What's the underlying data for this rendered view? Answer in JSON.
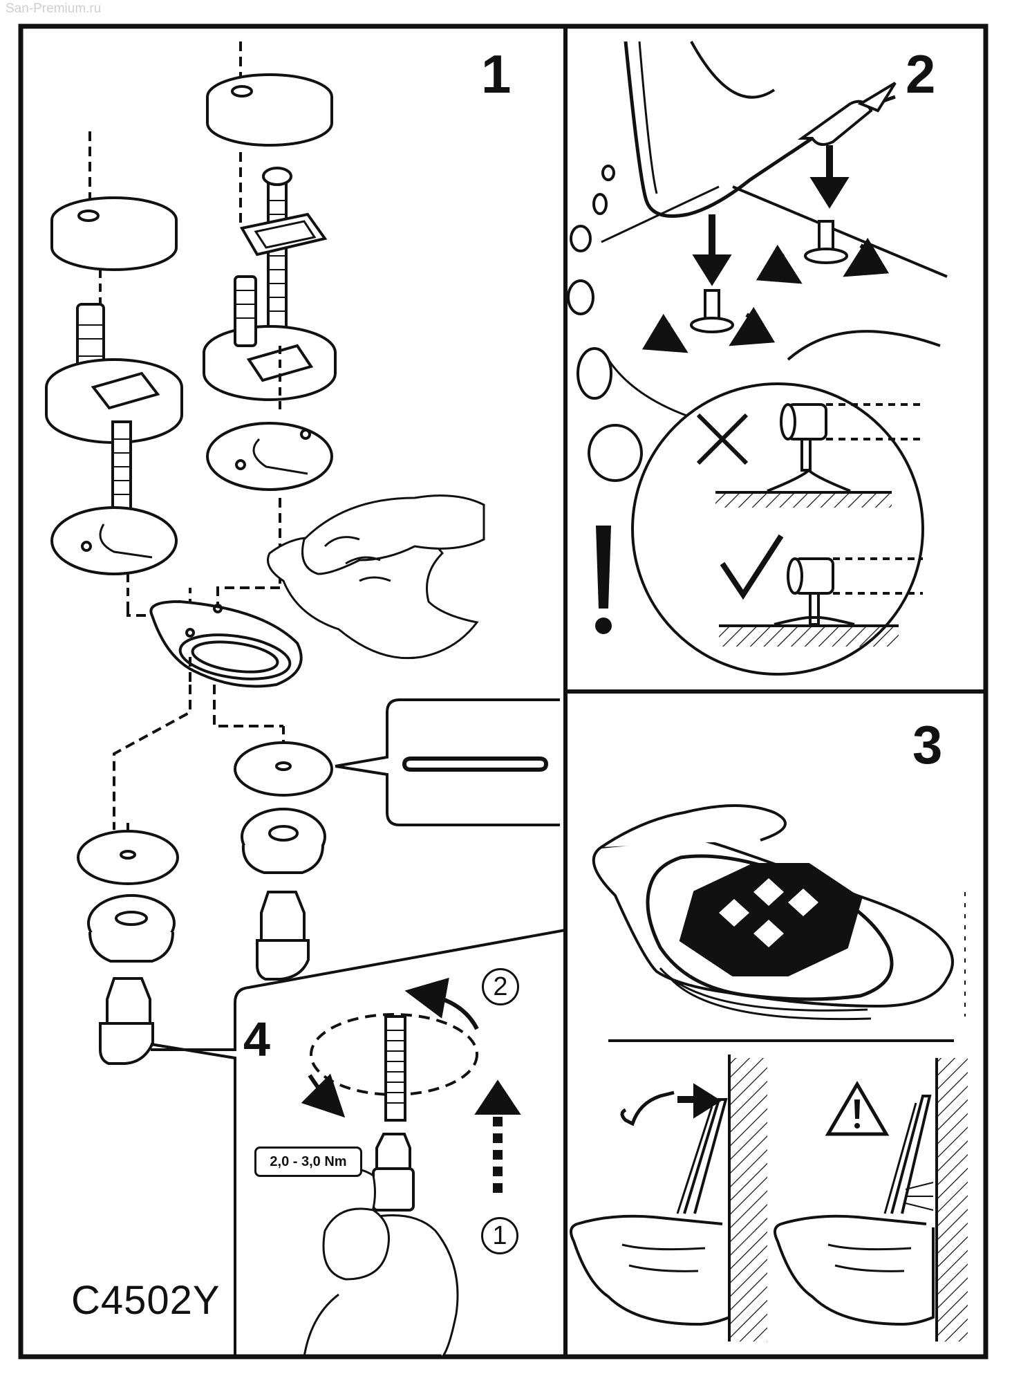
{
  "watermark": "San-Premium.ru",
  "steps": {
    "s1": "1",
    "s2": "2",
    "s3": "3",
    "s4": "4"
  },
  "sub_steps": {
    "a": "1",
    "b": "2"
  },
  "torque_label": "2,0 - 3,0 Nm",
  "model_code": "C4502Y",
  "icons": [
    "cross-icon",
    "check-icon",
    "warning-icon",
    "exclamation-icon",
    "rotate-arrow-icon",
    "down-arrow-icon",
    "up-arrow-icon"
  ]
}
